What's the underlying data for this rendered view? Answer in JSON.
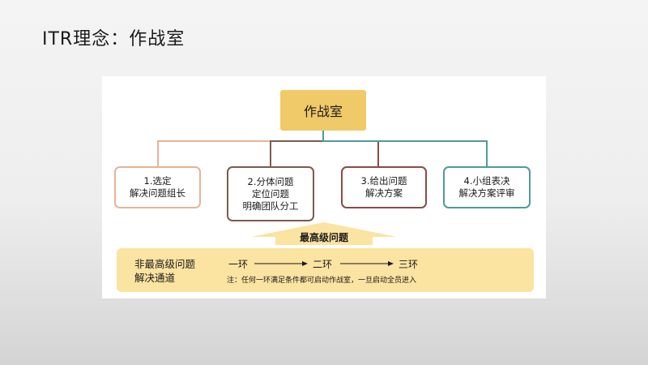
{
  "slide": {
    "title": "ITR理念：作战室"
  },
  "diagram": {
    "root": "作战室",
    "children": [
      {
        "lines": [
          "1.选定",
          "解决问题组长"
        ],
        "color": "#e8b396"
      },
      {
        "lines": [
          "2.分体问题",
          "定位问题",
          "明确团队分工"
        ],
        "color": "#7d5a50"
      },
      {
        "lines": [
          "3.给出问题",
          "解决方案"
        ],
        "color": "#8a4a4a"
      },
      {
        "lines": [
          "4.小组表决",
          "解决方案评审"
        ],
        "color": "#4f9a98"
      }
    ],
    "escalation_label": "最高级问题",
    "nonhighest": [
      "非最高级问题",
      "解决通道"
    ],
    "stages": [
      "一环",
      "二环",
      "三环"
    ],
    "note": "注：任何一环满足条件都可启动作战室，一旦启动全员进入"
  },
  "colors": {
    "root_fill": "#f0ca68",
    "band_fill": "#fbe3a1",
    "arrow_fill": "#fbe3a1"
  }
}
